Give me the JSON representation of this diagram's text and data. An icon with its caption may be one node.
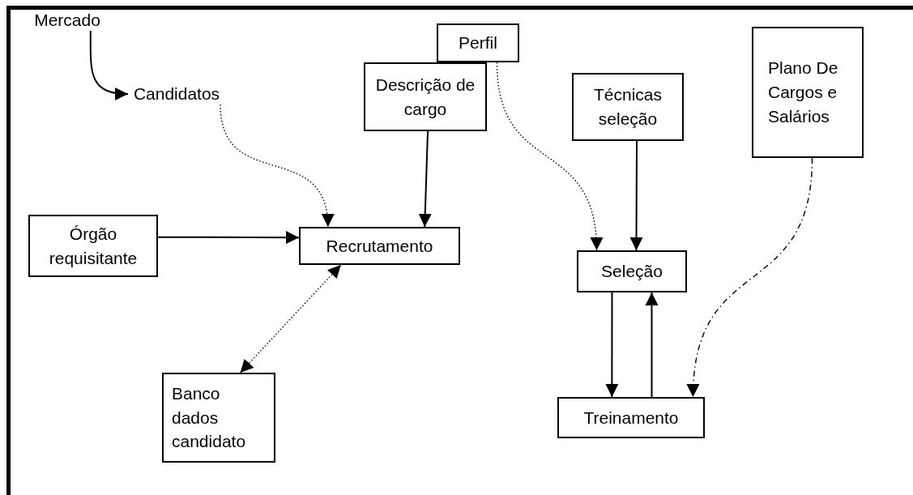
{
  "diagram": {
    "nodes": [
      {
        "text": [
          "Mercado"
        ]
      },
      {
        "text": [
          "Perfil"
        ]
      },
      {
        "text": [
          "Plano De Cargos e Salários"
        ]
      },
      {
        "text": [
          "Descrição de cargo"
        ]
      },
      {
        "text": [
          "Candidatos"
        ]
      },
      {
        "text": [
          "Técnicas seleção"
        ]
      },
      {
        "text": [
          "Órgão requisitante"
        ]
      },
      {
        "text": [
          "Recrutamento"
        ]
      },
      {
        "text": [
          "Seleção"
        ]
      },
      {
        "text": [
          "Banco dados candidato"
        ]
      },
      {
        "text": [
          "Treinamento"
        ]
      }
    ],
    "edges": [
      {
        "from": 0,
        "to": 4,
        "arrow": "to"
      },
      {
        "from": 4,
        "to": 7,
        "arrow": "to",
        "style": "dashed"
      },
      {
        "from": 3,
        "to": 7,
        "arrow": "to"
      },
      {
        "from": 1,
        "to": 8,
        "arrow": "to",
        "style": "dashed"
      },
      {
        "from": 5,
        "to": 8,
        "arrow": "to"
      },
      {
        "from": 6,
        "to": 7,
        "arrow": "to"
      },
      {
        "from": 7,
        "to": 9,
        "arrow": "both",
        "style": "dashed"
      },
      {
        "from": 8,
        "to": 10,
        "arrow": "to"
      },
      {
        "from": 10,
        "to": 8,
        "arrow": "to"
      },
      {
        "from": 2,
        "to": 10,
        "arrow": "to",
        "style": "dashed"
      }
    ]
  }
}
